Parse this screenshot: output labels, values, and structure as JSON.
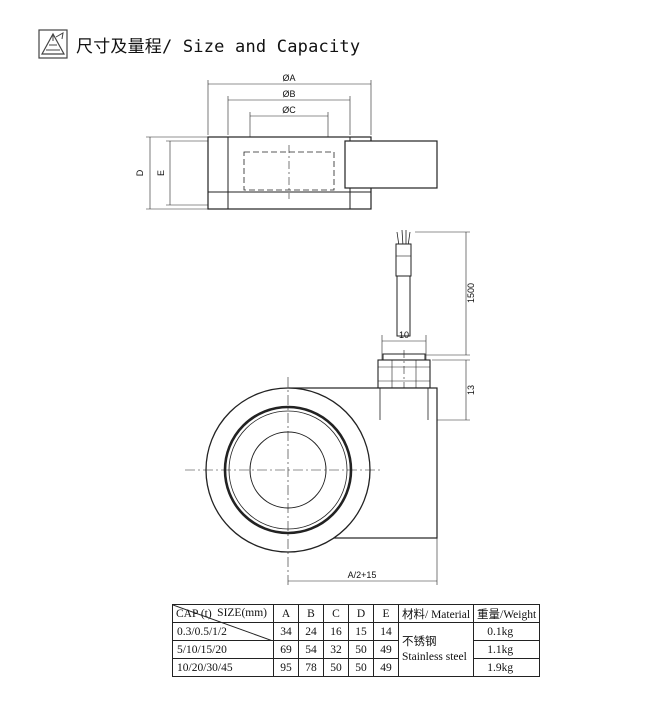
{
  "header": {
    "title": "尺寸及量程/ Size and Capacity",
    "icon": "caliper-icon"
  },
  "drawing": {
    "labels": {
      "dia_a": "ØA",
      "dia_b": "ØB",
      "dia_c": "ØC",
      "d": "D",
      "e": "E",
      "cable": "1500",
      "width10": "10",
      "height13": "13",
      "half": "A/2+15"
    }
  },
  "table": {
    "header_size": "SIZE(mm)",
    "header_cap": "CAP (t)",
    "columns": [
      "A",
      "B",
      "C",
      "D",
      "E"
    ],
    "material_header": "材料/ Material",
    "weight_header": "重量/Weight",
    "material_cn": "不锈钢",
    "material_en": "Stainless steel",
    "rows": [
      {
        "cap": "0.3/0.5/1/2",
        "a": "34",
        "b": "24",
        "c": "16",
        "d": "15",
        "e": "14",
        "weight": "0.1kg"
      },
      {
        "cap": "5/10/15/20",
        "a": "69",
        "b": "54",
        "c": "32",
        "d": "50",
        "e": "49",
        "weight": "1.1kg"
      },
      {
        "cap": "10/20/30/45",
        "a": "95",
        "b": "78",
        "c": "50",
        "d": "50",
        "e": "49",
        "weight": "1.9kg"
      }
    ]
  }
}
